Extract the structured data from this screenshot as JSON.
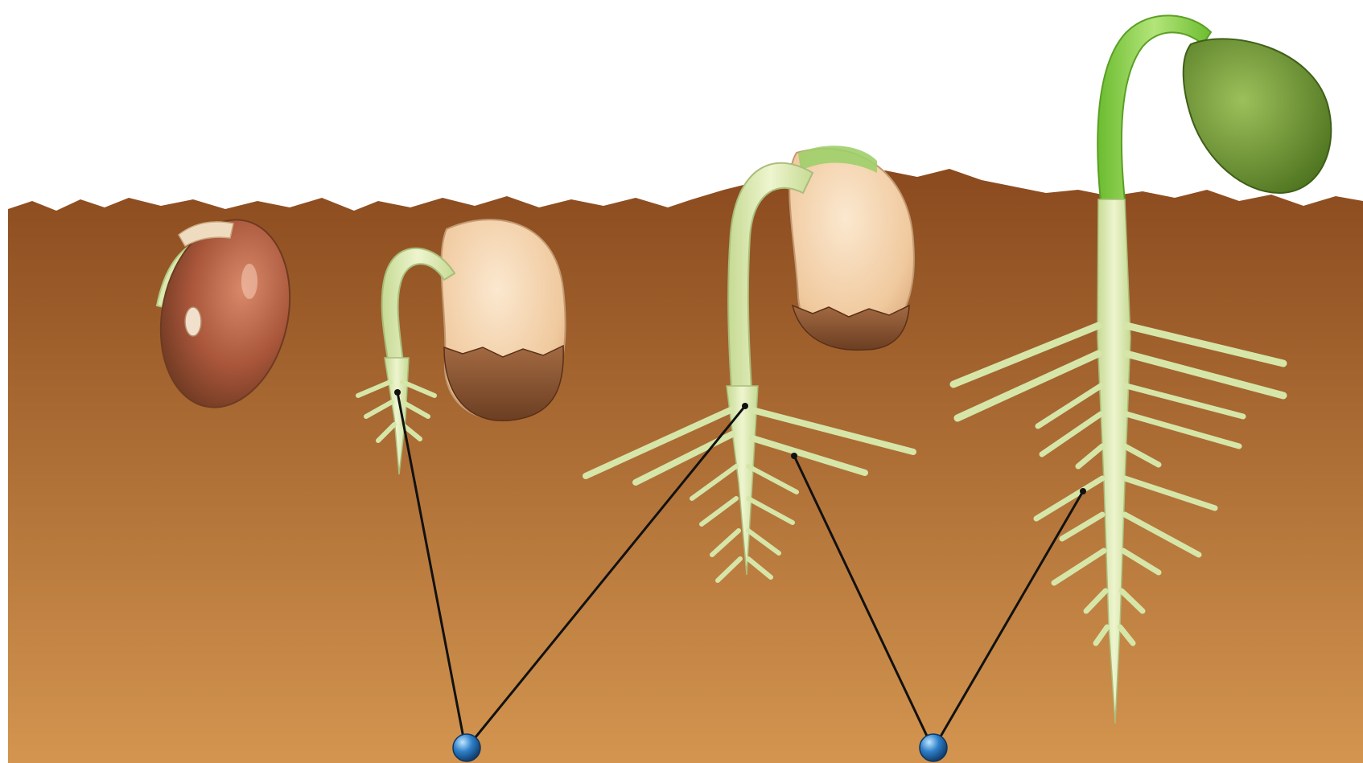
{
  "diagram": {
    "stages": [
      {
        "id": "seed-stage-1"
      },
      {
        "id": "seed-stage-2"
      },
      {
        "id": "seed-stage-3"
      },
      {
        "id": "seed-stage-4"
      }
    ],
    "label_pins": [
      {
        "id": "pin-1",
        "targets": [
          "seed-stage-2-root",
          "seed-stage-3-root"
        ]
      },
      {
        "id": "pin-2",
        "targets": [
          "seed-stage-3-lateral-root",
          "seed-stage-4-lateral-root"
        ]
      }
    ]
  },
  "colors": {
    "sky": "#ffffff",
    "soil_top": "#8a4a1e",
    "soil_bottom": "#d3954f",
    "seed_coat": "#a8553a",
    "cotyledon": "#f2cfa5",
    "root": "#dbe9b0",
    "stem_green": "#8ccf4d",
    "leaf_green": "#6f9a2e",
    "pin_blue": "#2e7fc9",
    "leader_line": "#111111"
  }
}
